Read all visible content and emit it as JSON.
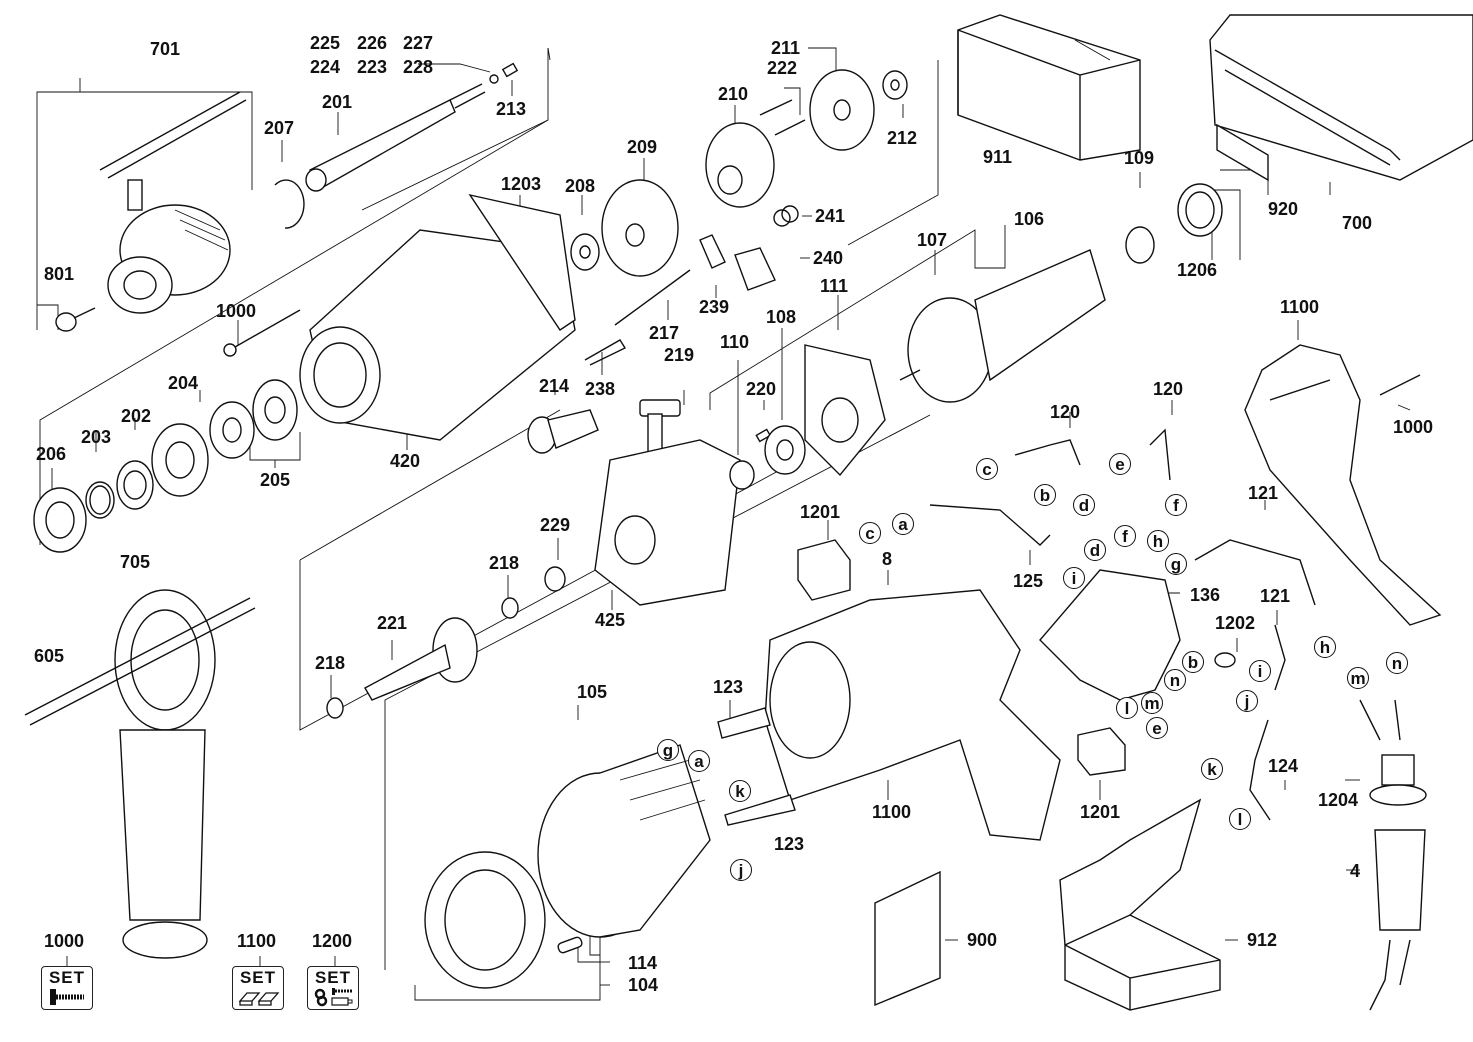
{
  "diagram": {
    "type": "exploded-parts-diagram",
    "subject": "power drill",
    "part_labels": [
      {
        "id": "701",
        "text": "701"
      },
      {
        "id": "225",
        "text": "225"
      },
      {
        "id": "226",
        "text": "226"
      },
      {
        "id": "227",
        "text": "227"
      },
      {
        "id": "224",
        "text": "224"
      },
      {
        "id": "223",
        "text": "223"
      },
      {
        "id": "228",
        "text": "228"
      },
      {
        "id": "213",
        "text": "213"
      },
      {
        "id": "201",
        "text": "201"
      },
      {
        "id": "207",
        "text": "207"
      },
      {
        "id": "211",
        "text": "211"
      },
      {
        "id": "222",
        "text": "222"
      },
      {
        "id": "210",
        "text": "210"
      },
      {
        "id": "212",
        "text": "212"
      },
      {
        "id": "209",
        "text": "209"
      },
      {
        "id": "208",
        "text": "208"
      },
      {
        "id": "1203",
        "text": "1203"
      },
      {
        "id": "241",
        "text": "241"
      },
      {
        "id": "240",
        "text": "240"
      },
      {
        "id": "239",
        "text": "239"
      },
      {
        "id": "217",
        "text": "217"
      },
      {
        "id": "238",
        "text": "238"
      },
      {
        "id": "911",
        "text": "911"
      },
      {
        "id": "920",
        "text": "920"
      },
      {
        "id": "700",
        "text": "700"
      },
      {
        "id": "109",
        "text": "109"
      },
      {
        "id": "106",
        "text": "106"
      },
      {
        "id": "107",
        "text": "107"
      },
      {
        "id": "1206",
        "text": "1206"
      },
      {
        "id": "111",
        "text": "111"
      },
      {
        "id": "108",
        "text": "108"
      },
      {
        "id": "110",
        "text": "110"
      },
      {
        "id": "220",
        "text": "220"
      },
      {
        "id": "219",
        "text": "219"
      },
      {
        "id": "214",
        "text": "214"
      },
      {
        "id": "801",
        "text": "801"
      },
      {
        "id": "1000a",
        "text": "1000"
      },
      {
        "id": "204",
        "text": "204"
      },
      {
        "id": "202",
        "text": "202"
      },
      {
        "id": "203",
        "text": "203"
      },
      {
        "id": "206",
        "text": "206"
      },
      {
        "id": "205",
        "text": "205"
      },
      {
        "id": "420",
        "text": "420"
      },
      {
        "id": "1100a",
        "text": "1100"
      },
      {
        "id": "1000b",
        "text": "1000"
      },
      {
        "id": "120a",
        "text": "120"
      },
      {
        "id": "120b",
        "text": "120"
      },
      {
        "id": "121a",
        "text": "121"
      },
      {
        "id": "125",
        "text": "125"
      },
      {
        "id": "1201a",
        "text": "1201"
      },
      {
        "id": "8",
        "text": "8"
      },
      {
        "id": "136",
        "text": "136"
      },
      {
        "id": "1202",
        "text": "1202"
      },
      {
        "id": "121b",
        "text": "121"
      },
      {
        "id": "229",
        "text": "229"
      },
      {
        "id": "218a",
        "text": "218"
      },
      {
        "id": "425",
        "text": "425"
      },
      {
        "id": "221",
        "text": "221"
      },
      {
        "id": "218b",
        "text": "218"
      },
      {
        "id": "705",
        "text": "705"
      },
      {
        "id": "605",
        "text": "605"
      },
      {
        "id": "123a",
        "text": "123"
      },
      {
        "id": "105",
        "text": "105"
      },
      {
        "id": "123b",
        "text": "123"
      },
      {
        "id": "1100b",
        "text": "1100"
      },
      {
        "id": "1201b",
        "text": "1201"
      },
      {
        "id": "124",
        "text": "124"
      },
      {
        "id": "1204",
        "text": "1204"
      },
      {
        "id": "4",
        "text": "4"
      },
      {
        "id": "114",
        "text": "114"
      },
      {
        "id": "104",
        "text": "104"
      },
      {
        "id": "900",
        "text": "900"
      },
      {
        "id": "912",
        "text": "912"
      },
      {
        "id": "1000c",
        "text": "1000"
      },
      {
        "id": "1100c",
        "text": "1100"
      },
      {
        "id": "1200",
        "text": "1200"
      }
    ],
    "connector_letters": [
      "c",
      "d",
      "e",
      "f",
      "b",
      "a",
      "c",
      "g",
      "d",
      "f",
      "h",
      "i",
      "b",
      "n",
      "m",
      "l",
      "e",
      "h",
      "i",
      "j",
      "k",
      "l",
      "m",
      "n",
      "g",
      "a",
      "k",
      "j"
    ],
    "set_kits": [
      {
        "number": "1000",
        "label": "SET",
        "icon": "screw-icon"
      },
      {
        "number": "1100",
        "label": "SET",
        "icon": "housing-parts-icon"
      },
      {
        "number": "1200",
        "label": "SET",
        "icon": "hardware-kit-icon"
      }
    ]
  }
}
